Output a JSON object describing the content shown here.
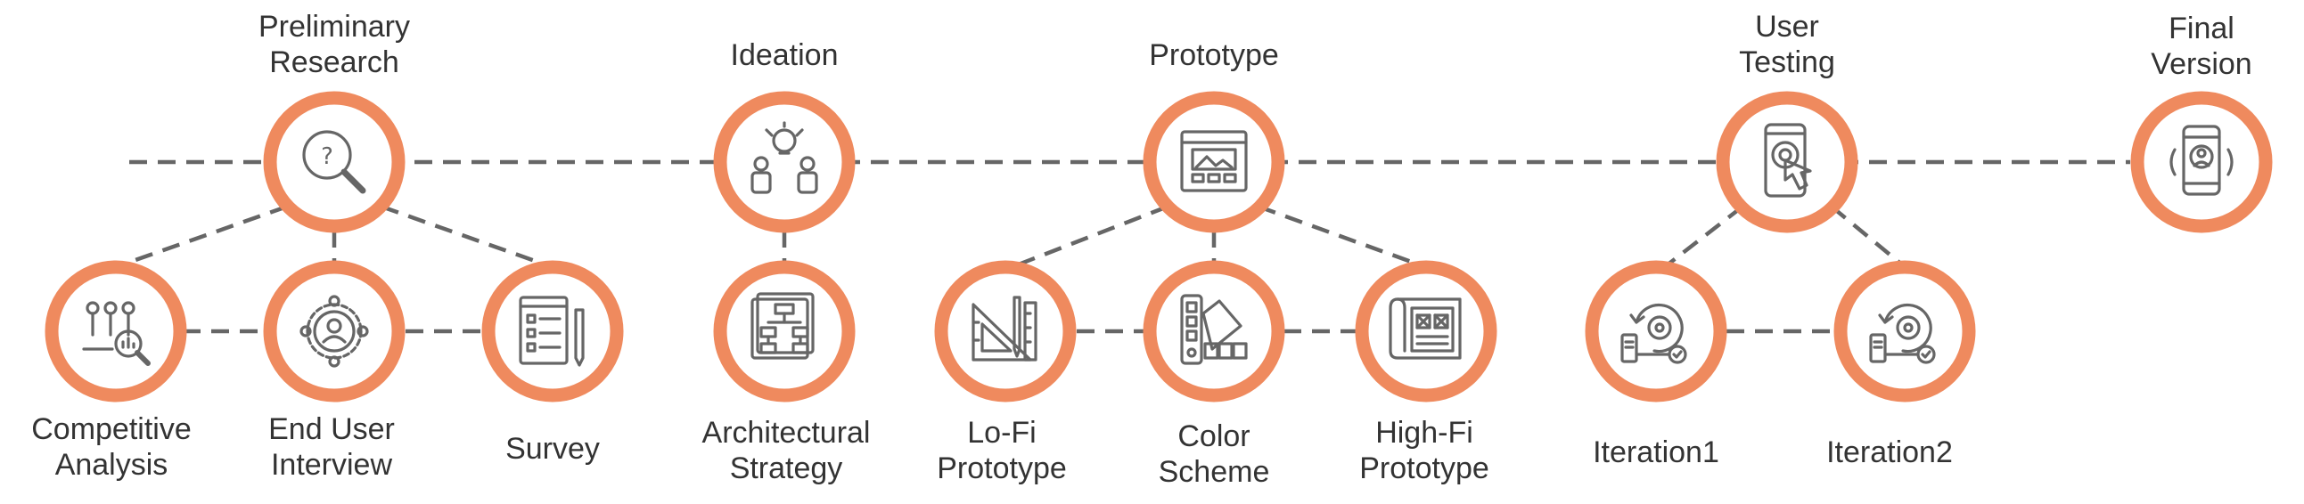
{
  "stages": [
    {
      "id": "preliminary-research",
      "label": "Preliminary\nResearch",
      "icon": "magnifier-question-icon"
    },
    {
      "id": "ideation",
      "label": "Ideation",
      "icon": "lightbulb-people-icon"
    },
    {
      "id": "prototype",
      "label": "Prototype",
      "icon": "browser-window-icon"
    },
    {
      "id": "user-testing",
      "label": "User\nTesting",
      "icon": "phone-tap-icon"
    },
    {
      "id": "final-version",
      "label": "Final\nVersion",
      "icon": "phone-profile-icon"
    }
  ],
  "substeps": [
    {
      "id": "competitive-analysis",
      "label": "Competitive\nAnalysis",
      "icon": "people-chart-magnifier-icon",
      "parent": "preliminary-research"
    },
    {
      "id": "end-user-interview",
      "label": "End User\nInterview",
      "icon": "user-network-icon",
      "parent": "preliminary-research"
    },
    {
      "id": "survey",
      "label": "Survey",
      "icon": "survey-form-pencil-icon",
      "parent": "preliminary-research"
    },
    {
      "id": "architectural-strategy",
      "label": "Architectural\nStrategy",
      "icon": "flowchart-icon",
      "parent": "ideation"
    },
    {
      "id": "lo-fi-prototype",
      "label": "Lo-Fi\nPrototype",
      "icon": "ruler-triangle-pencil-icon",
      "parent": "prototype"
    },
    {
      "id": "color-scheme",
      "label": "Color\nScheme",
      "icon": "color-swatch-icon",
      "parent": "prototype"
    },
    {
      "id": "high-fi-prototype",
      "label": "High-Fi\nPrototype",
      "icon": "blueprint-icon",
      "parent": "prototype"
    },
    {
      "id": "iteration1",
      "label": "Iteration1",
      "icon": "gear-cycle-device-icon",
      "parent": "user-testing"
    },
    {
      "id": "iteration2",
      "label": "Iteration2",
      "icon": "gear-cycle-device-icon",
      "parent": "user-testing"
    }
  ],
  "colors": {
    "ring": "#ef8a5e",
    "line": "#666666",
    "text": "#333333"
  }
}
